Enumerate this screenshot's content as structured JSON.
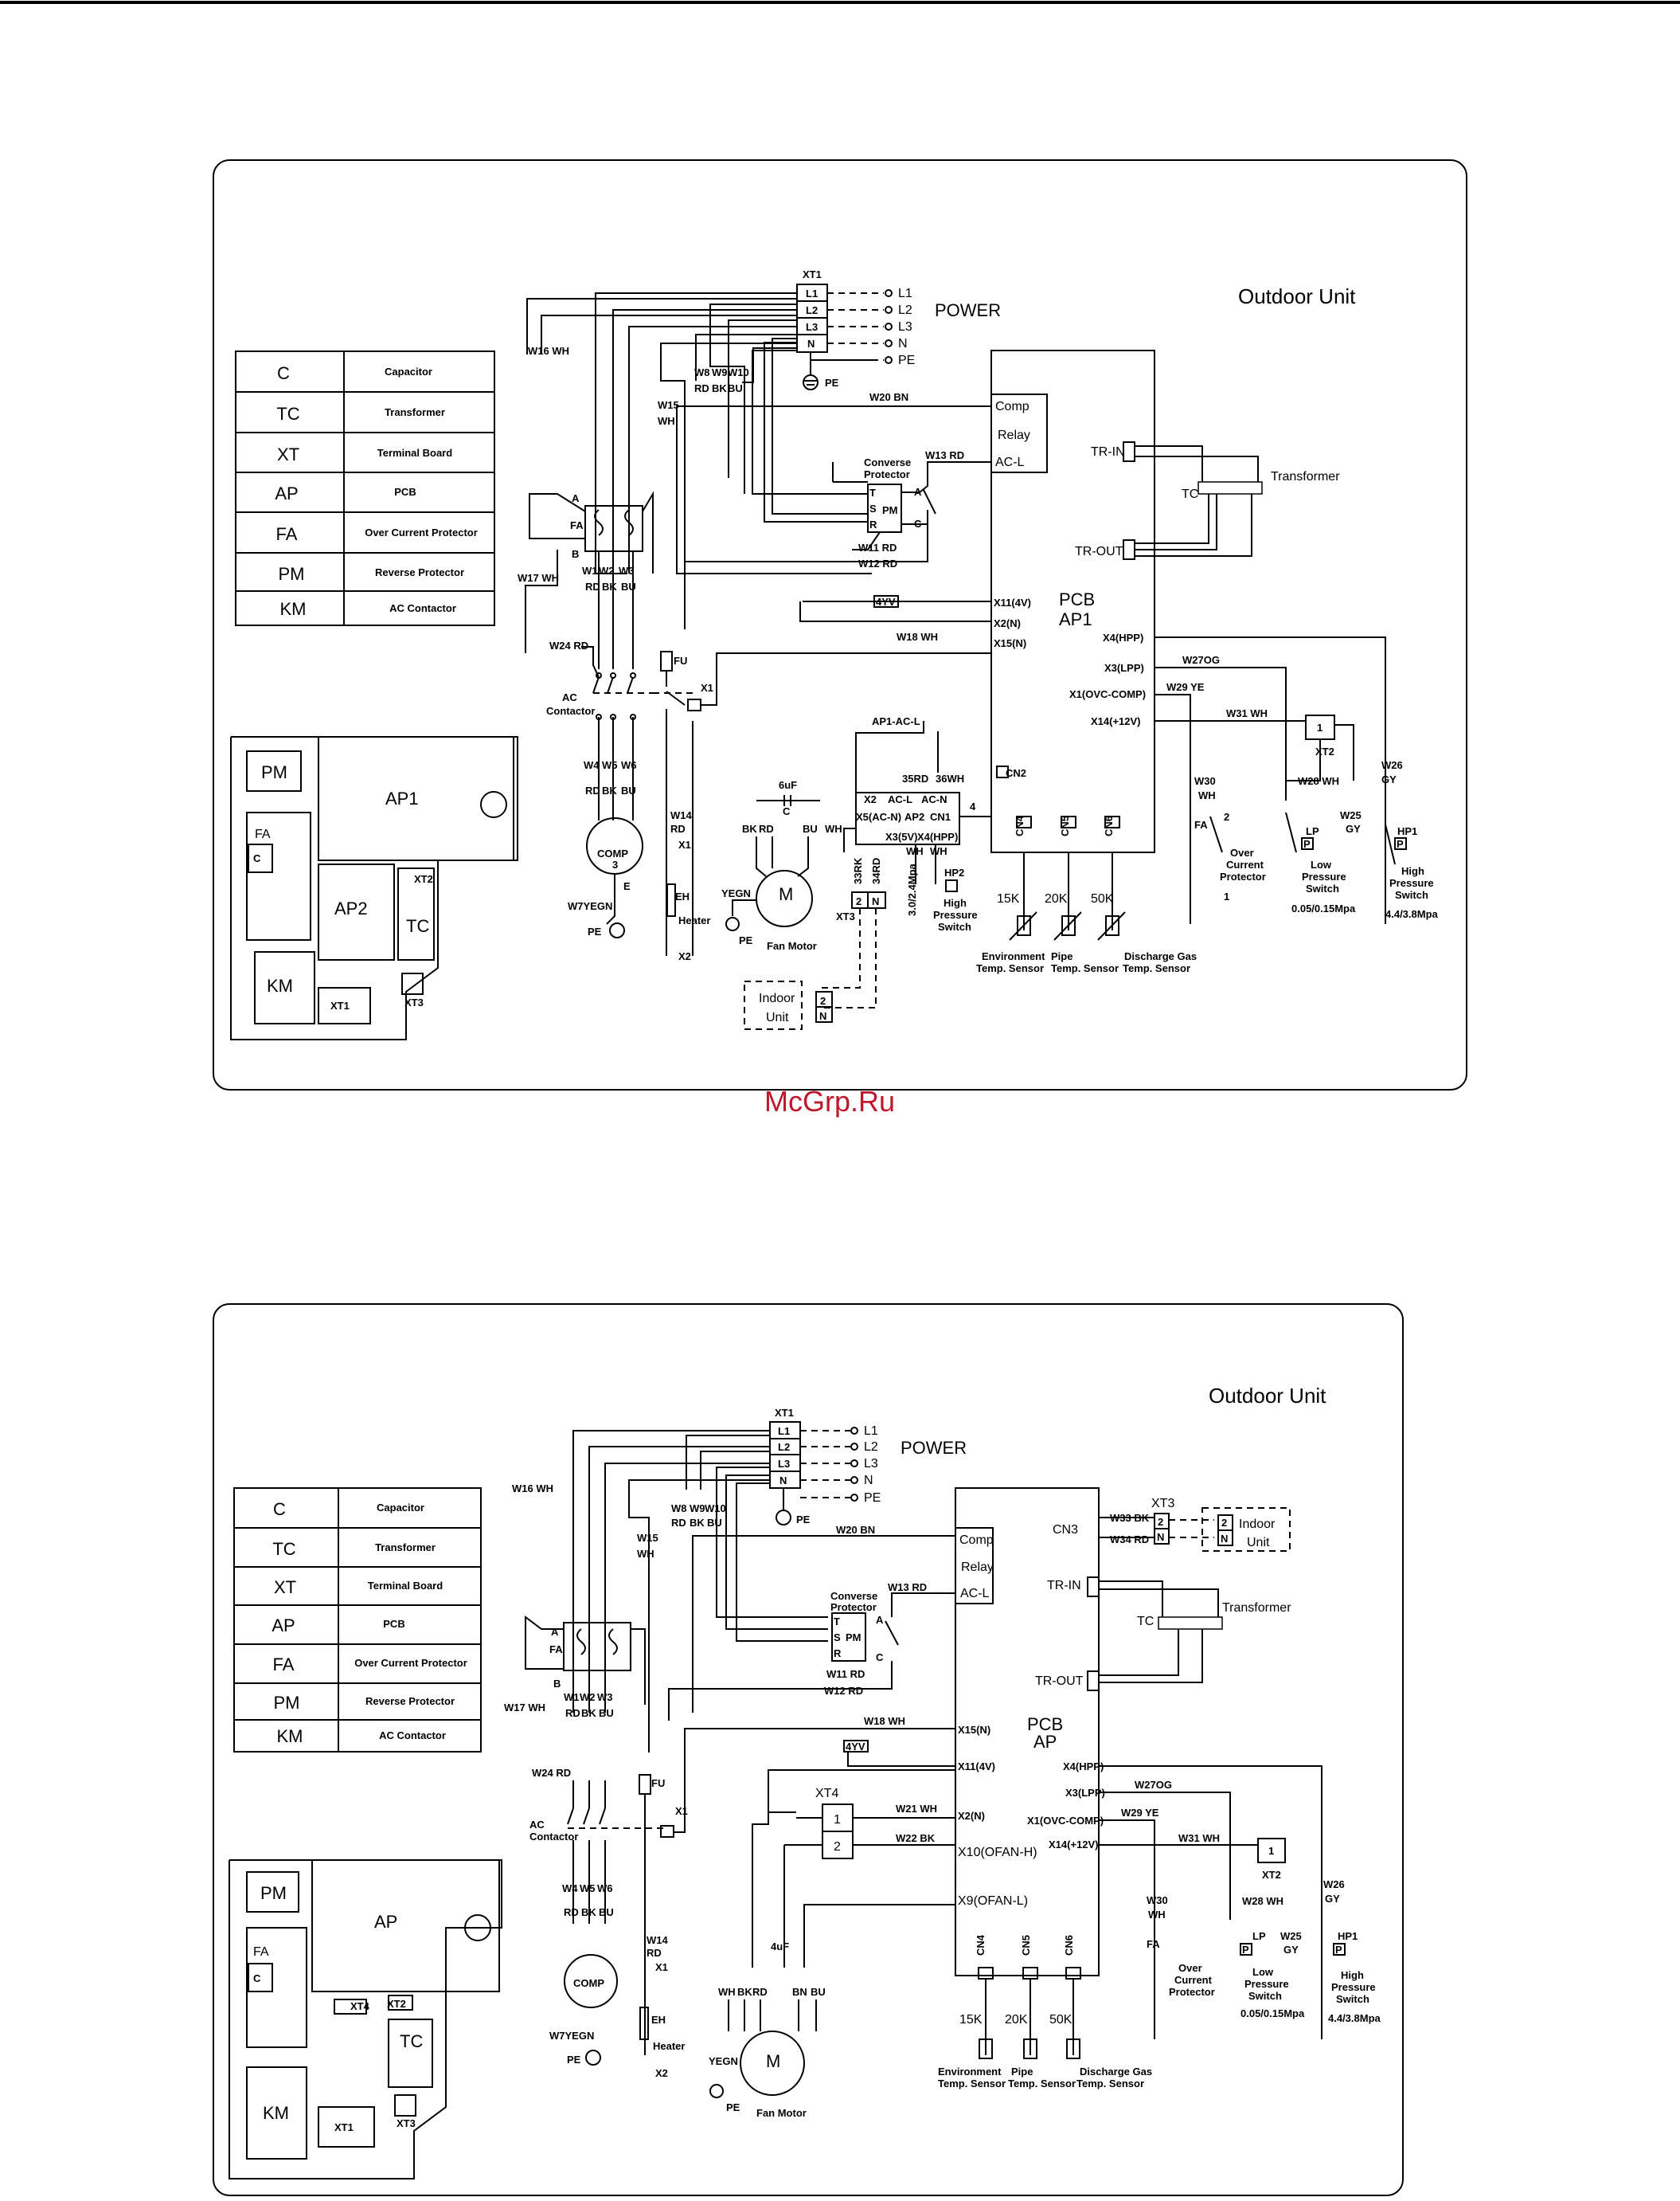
{
  "watermark": "McGrp.Ru",
  "diagrams": [
    {
      "title": "Outdoor Unit",
      "legend": [
        {
          "code": "C",
          "desc": "Capacitor"
        },
        {
          "code": "TC",
          "desc": "Transformer"
        },
        {
          "code": "XT",
          "desc": "Terminal Board"
        },
        {
          "code": "AP",
          "desc": "PCB"
        },
        {
          "code": "FA",
          "desc": "Over Current Protector"
        },
        {
          "code": "PM",
          "desc": "Reverse Protector"
        },
        {
          "code": "KM",
          "desc": "AC Contactor"
        }
      ],
      "pcb": {
        "label1": "PCB",
        "label2": "AP1",
        "comp": "Comp",
        "relay": "Relay",
        "acl": "AC-L",
        "ports": [
          "X11(4V)",
          "X2(N)",
          "X15(N)",
          "X4(HPP)",
          "X3(LPP)",
          "X1(OVC-COMP)",
          "X14(+12V)",
          "TR-IN",
          "TR-OUT",
          "CN2"
        ],
        "sensors": [
          "CN4",
          "CN5",
          "CN6"
        ]
      },
      "power": {
        "xt1": "XT1",
        "terminals": [
          "L1",
          "L2",
          "L3",
          "N"
        ],
        "lines": [
          "L1",
          "L2",
          "L3",
          "N",
          "PE"
        ],
        "label": "POWER",
        "pe": "PE"
      },
      "wires": {
        "w16": "W16 WH",
        "w15": "W15",
        "wh": "WH",
        "w8": "W8",
        "w9": "W9",
        "w10": "W10",
        "rd": "RD",
        "bk": "BK",
        "bu": "BU",
        "w20": "W20 BN",
        "w13": "W13 RD",
        "w11": "W11 RD",
        "w12": "W12 RD",
        "w17": "W17 WH",
        "w18": "W18 WH",
        "w24": "W24 RD",
        "w1": "W1",
        "w2": "W2",
        "w3": "W3",
        "w4": "W4",
        "w5": "W5",
        "w6": "W6",
        "w14": "W14",
        "w7": "W7YEGN",
        "w27": "W27OG",
        "w29": "W29 YE",
        "w31": "W31 WH",
        "w30": "W30",
        "w28": "W28 WH",
        "w25": "W25",
        "gy": "GY",
        "w26": "W26"
      },
      "parts": {
        "conv": "Converse",
        "prot": "Protector",
        "pm": "PM",
        "fa": "FA",
        "a": "A",
        "b": "B",
        "t": "T",
        "s": "S",
        "r": "R",
        "c": "C",
        "contactor1": "AC",
        "contactor2": "Contactor",
        "fu": "FU",
        "comp": "COMP",
        "eh": "EH",
        "heater": "Heater",
        "x1": "X1",
        "x2": "X2",
        "fourway": "4YV",
        "cap": "6uF",
        "fan": "Fan Motor",
        "m": "M",
        "yegn": "YEGN",
        "pe": "PE",
        "transformer": "Transformer",
        "tc": "TC",
        "ap2": "AP2",
        "apacl": "AP1-AC-L",
        "r35": "35RD",
        "w36": "36WH",
        "x2ap": "X2",
        "acl": "AC-L",
        "acn": "AC-N",
        "x5": "X5(AC-N)",
        "x3": "X3(5V)",
        "x4": "X4(HPP)",
        "cn2": "CN2",
        "cn1": "CN1",
        "hp2": "HP2",
        "hp2a": "High",
        "hp2b": "Pressure",
        "hp2c": "Switch",
        "hp2v": "3.0/2.4Mpa",
        "xt3": "XT3",
        "r33": "33RK",
        "r34": "34RD",
        "indoor1": "Indoor",
        "indoor2": "Unit",
        "n": "N",
        "two": "2",
        "k15": "15K",
        "k20": "20K",
        "k50": "50K",
        "env1": "Environment",
        "env2": "Temp. Sensor",
        "pipe1": "Pipe",
        "pipe2": "Temp. Sensor",
        "dis1": "Discharge Gas",
        "dis2": "Temp. Sensor",
        "ocp1": "Over",
        "ocp2": "Current",
        "ocp3": "Protector",
        "xt2": "XT2",
        "lp": "LP",
        "lp1": "Low",
        "lp2": "Pressure",
        "lp3": "Switch",
        "lpv": "0.05/0.15Mpa",
        "hp1": "HP1",
        "hp1a": "High",
        "hp1b": "Pressure",
        "hp1c": "Switch",
        "hp1v": "4.4/3.8Mpa",
        "p": "P"
      },
      "layout_labels": [
        "PM",
        "FA",
        "C",
        "AP1",
        "AP2",
        "TC",
        "KM",
        "XT1",
        "XT3",
        "XT2"
      ]
    },
    {
      "title": "Outdoor Unit",
      "legend": [
        {
          "code": "C",
          "desc": "Capacitor"
        },
        {
          "code": "TC",
          "desc": "Transformer"
        },
        {
          "code": "XT",
          "desc": "Terminal Board"
        },
        {
          "code": "AP",
          "desc": "PCB"
        },
        {
          "code": "FA",
          "desc": "Over Current Protector"
        },
        {
          "code": "PM",
          "desc": "Reverse Protector"
        },
        {
          "code": "KM",
          "desc": "AC Contactor"
        }
      ],
      "pcb": {
        "label1": "PCB",
        "label2": "AP",
        "comp": "Comp",
        "relay": "Relay",
        "acl": "AC-L",
        "ports": [
          "CN3",
          "TR-IN",
          "TR-OUT",
          "X15(N)",
          "X11(4V)",
          "X2(N)",
          "X10(OFAN-H)",
          "X9(OFAN-L)",
          "X4(HPP)",
          "X3(LPP)",
          "X1(OVC-COMP)",
          "X14(+12V)"
        ],
        "sensors": [
          "CN4",
          "CN5",
          "CN6"
        ]
      },
      "xt3": {
        "label": "XT3",
        "w33": "W33 BK",
        "w34": "W34 RD"
      },
      "xt4": {
        "label": "XT4",
        "w21": "W21 WH",
        "w22": "W22 BK"
      },
      "fan": {
        "cap": "4uF",
        "colors": [
          "WH",
          "BK",
          "RD",
          "BN",
          "BU"
        ]
      },
      "layout_labels": [
        "PM",
        "FA",
        "C",
        "AP",
        "TC",
        "KM",
        "XT1",
        "XT3",
        "XT4",
        "XT2"
      ]
    }
  ]
}
